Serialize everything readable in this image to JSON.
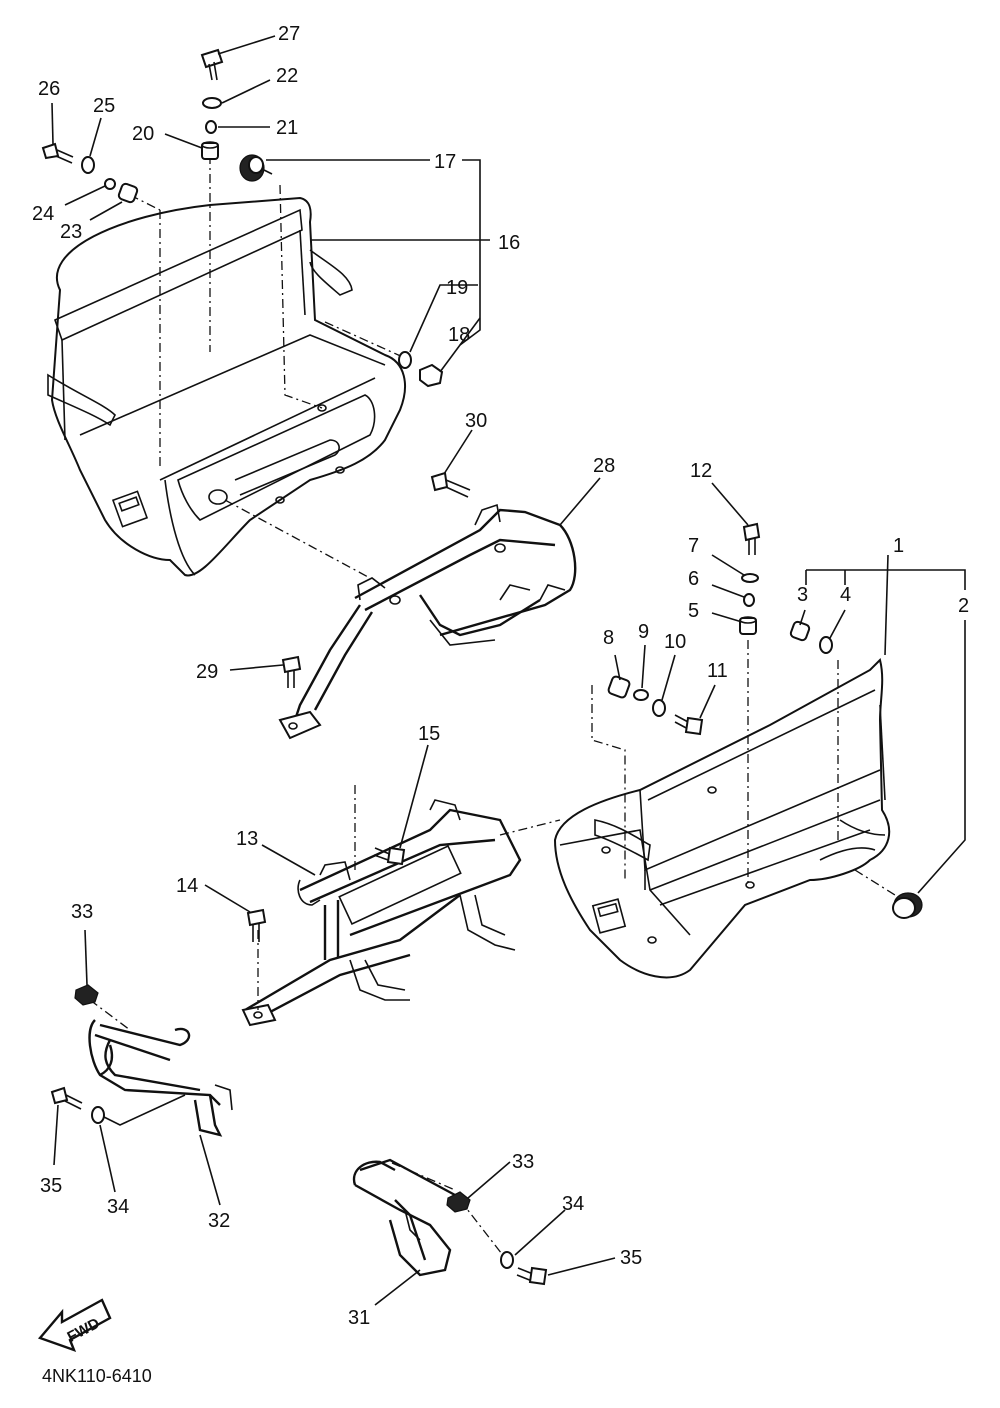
{
  "diagram": {
    "drawing_code": "4NK110-6410",
    "fwd_text": "FWD",
    "labels": {
      "p1": "1",
      "p2": "2",
      "p3": "3",
      "p4": "4",
      "p5": "5",
      "p6": "6",
      "p7": "7",
      "p8": "8",
      "p9": "9",
      "p10": "10",
      "p11": "11",
      "p12": "12",
      "p13": "13",
      "p14": "14",
      "p15": "15",
      "p16": "16",
      "p17": "17",
      "p18": "18",
      "p19": "19",
      "p20": "20",
      "p21": "21",
      "p22": "22",
      "p23": "23",
      "p24": "24",
      "p25": "25",
      "p26": "26",
      "p27": "27",
      "p28": "28",
      "p29": "29",
      "p30": "30",
      "p31": "31",
      "p32": "32",
      "p33a": "33",
      "p33b": "33",
      "p34a": "34",
      "p34b": "34",
      "p35a": "35",
      "p35b": "35"
    }
  }
}
